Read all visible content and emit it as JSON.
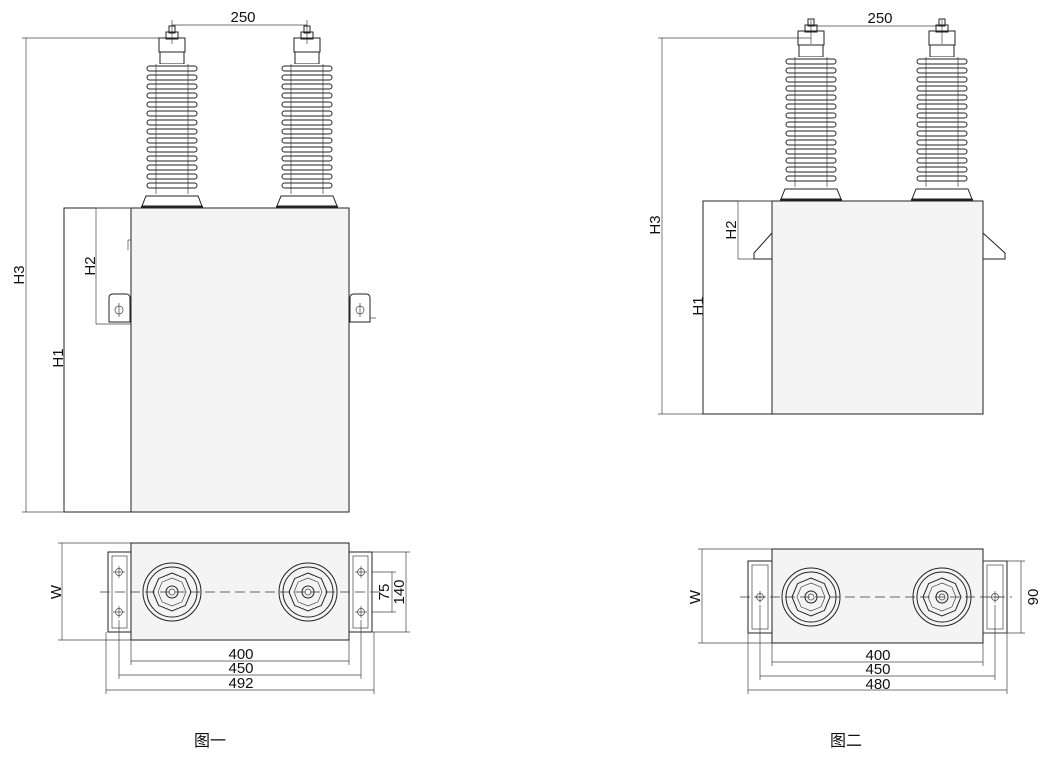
{
  "figure1": {
    "caption": "图一",
    "labels": {
      "terminal_spacing": "250",
      "h3": "H3",
      "h2": "H2",
      "h1": "H1",
      "w": "W",
      "dim_75": "75",
      "dim_140": "140",
      "dim_400": "400",
      "dim_450": "450",
      "dim_492": "492"
    }
  },
  "figure2": {
    "caption": "图二",
    "labels": {
      "terminal_spacing": "250",
      "h3": "H3",
      "h2": "H2",
      "h1": "H1",
      "w": "W",
      "dim_90": "90",
      "dim_400": "400",
      "dim_450": "450",
      "dim_480": "480"
    }
  }
}
